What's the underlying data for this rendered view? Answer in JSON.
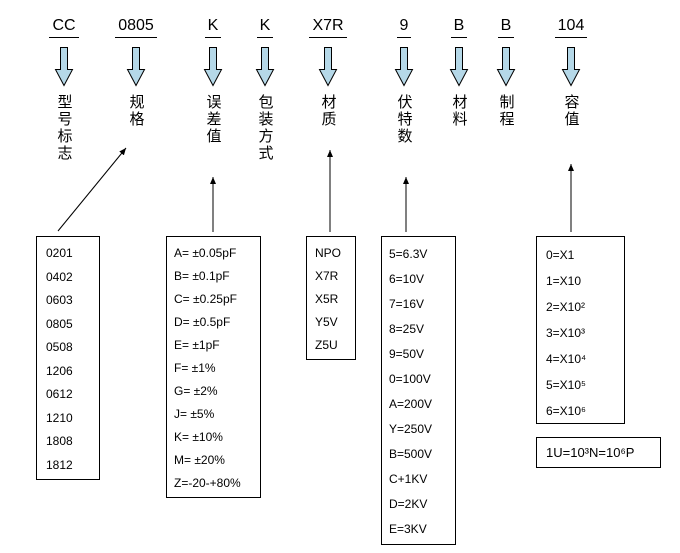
{
  "part_number": {
    "segments": [
      {
        "code": "CC",
        "label": "型号标志"
      },
      {
        "code": "0805",
        "label": "规格"
      },
      {
        "code": "K",
        "label": "误差值"
      },
      {
        "code": "K",
        "label": "包装方式"
      },
      {
        "code": "X7R",
        "label": "材质"
      },
      {
        "code": "9",
        "label": "伏特数"
      },
      {
        "code": "B",
        "label": "材料"
      },
      {
        "code": "B",
        "label": "制程"
      },
      {
        "code": "104",
        "label": "容值"
      }
    ]
  },
  "legend_boxes": {
    "size_codes": [
      "0201",
      "0402",
      "0603",
      "0805",
      "0508",
      "1206",
      "0612",
      "1210",
      "1808",
      "1812"
    ],
    "tolerance_codes": [
      "A= ±0.05pF",
      "B= ±0.1pF",
      "C= ±0.25pF",
      "D= ±0.5pF",
      "E= ±1pF",
      "F= ±1%",
      "G= ±2%",
      "J= ±5%",
      "K= ±10%",
      "M= ±20%",
      "Z=-20-+80%"
    ],
    "dielectric_codes": [
      "NPO",
      "X7R",
      "X5R",
      "Y5V",
      "Z5U"
    ],
    "voltage_codes": [
      "5=6.3V",
      "6=10V",
      "7=16V",
      "8=25V",
      "9=50V",
      "0=100V",
      "A=200V",
      "Y=250V",
      "B=500V",
      "C+1KV",
      "D=2KV",
      "E=3KV"
    ],
    "capacitance_codes": [
      "0=X1",
      "1=X10",
      "2=X10²",
      "3=X10³",
      "4=X10⁴",
      "5=X10⁵",
      "6=X10⁶"
    ],
    "unit_note": "1U=10³N=10⁶P"
  },
  "colors": {
    "block_arrow_fill": "#b5d8e8",
    "outline": "#000000",
    "background": "#ffffff"
  }
}
